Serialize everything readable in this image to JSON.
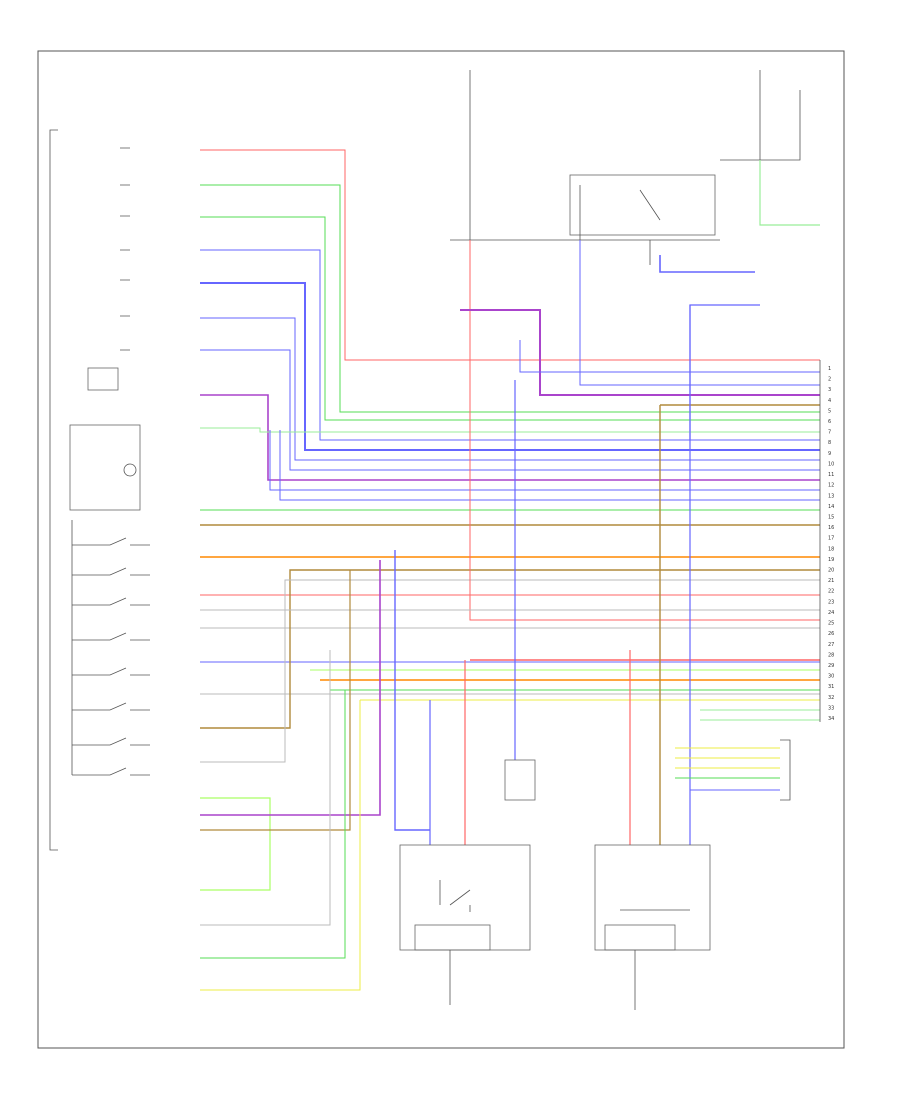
{
  "diagram": {
    "title": "",
    "footer_code": "",
    "colors": {
      "red": "#ff6666",
      "green": "#55dd55",
      "lime": "#aaff66",
      "blue": "#6666ff",
      "violet": "#aa44cc",
      "orange": "#ff8800",
      "brown": "#b08a3c",
      "yellow": "#eeee44",
      "gray": "#bbbbbb",
      "pink": "#ff99cc",
      "lightgreen": "#99ee99",
      "black": "#555555"
    },
    "left_labels": [
      "",
      "",
      "",
      "",
      "",
      "",
      "",
      "",
      "",
      ""
    ],
    "connector_pins": [
      "1",
      "2",
      "3",
      "4",
      "5",
      "6",
      "7",
      "8",
      "9",
      "10",
      "11",
      "12",
      "13",
      "14",
      "15",
      "16",
      "17",
      "18",
      "19",
      "20",
      "21",
      "22",
      "23",
      "24",
      "25",
      "26",
      "27",
      "28",
      "29",
      "30",
      "31",
      "32",
      "33",
      "34"
    ],
    "components": {
      "switch_panel": "",
      "top_left_fuse": "",
      "top_right_fuse": "",
      "relay_box": "",
      "actuator_left": "",
      "actuator_right": "",
      "bottom_left_sensor_1": "",
      "bottom_left_sensor_2": "",
      "bottom_center_motor": "",
      "bottom_right_motor": "",
      "right_sensor": "",
      "ground_label_1": "",
      "ground_label_2": ""
    }
  }
}
